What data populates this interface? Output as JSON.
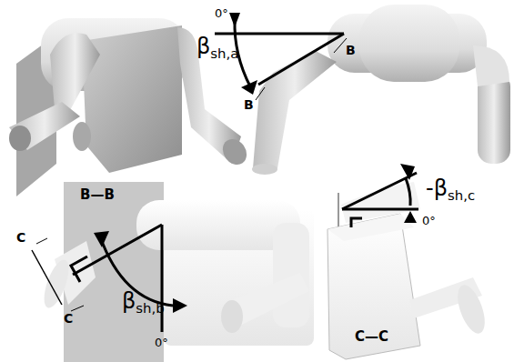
{
  "diagram": {
    "labels": [
      "0°",
      "βsh,a",
      "B",
      "B",
      "B—B",
      "C",
      "C",
      "βsh,b",
      "0°",
      "-βsh,c",
      "0°",
      "C—C"
    ]
  }
}
